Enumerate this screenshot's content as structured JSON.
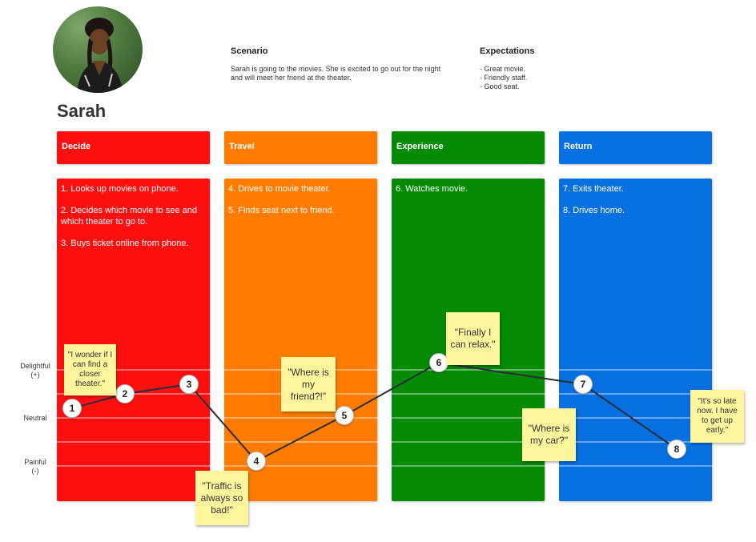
{
  "persona": {
    "name": "Sarah"
  },
  "scenario": {
    "heading": "Scenario",
    "lines": [
      "Sarah is going to the movies. She is excited to go out for the night",
      "and will meet her friend at the theater."
    ]
  },
  "expectations": {
    "heading": "Expectations",
    "items": [
      "- Great movie.",
      "- Friendly staff.",
      "- Good seat."
    ]
  },
  "stages": [
    {
      "title": "Decide",
      "color": "#fe0f0f",
      "steps": [
        "1. Looks up movies on phone.",
        "2. Decides which movie to see and which theater to go to.",
        "3. Buys ticket online from phone."
      ]
    },
    {
      "title": "Travel",
      "color": "#ff7c00",
      "steps": [
        "4. Drives to movie theater.",
        "5.  Finds seat next to friend."
      ]
    },
    {
      "title": "Experience",
      "color": "#048a04",
      "steps": [
        "6. Watches movie."
      ]
    },
    {
      "title": "Return",
      "color": "#0670e0",
      "steps": [
        "7. Exits theater.",
        "8. Drives home."
      ]
    }
  ],
  "emotion_scale": {
    "delightful": [
      "Delightful",
      "(+)"
    ],
    "neutral": "Neutral",
    "painful": [
      "Painful",
      "(-)"
    ]
  },
  "journey_points": [
    {
      "label": "1",
      "level": 0.2
    },
    {
      "label": "2",
      "level": 0.5
    },
    {
      "label": "3",
      "level": 0.7
    },
    {
      "label": "4",
      "level": -0.9
    },
    {
      "label": "5",
      "level": 0.05
    },
    {
      "label": "6",
      "level": 1.15
    },
    {
      "label": "7",
      "level": 0.7
    },
    {
      "label": "8",
      "level": -0.65
    }
  ],
  "quotes": [
    "\"I wonder if I can find a closer theater.\"",
    "\"Where is my friend?!\"",
    "\"Traffic is always so bad!\"",
    "\"Finally I can relax.\"",
    "\"Where is my car?\"",
    "\"It's so late now. I have to get up early.\""
  ]
}
